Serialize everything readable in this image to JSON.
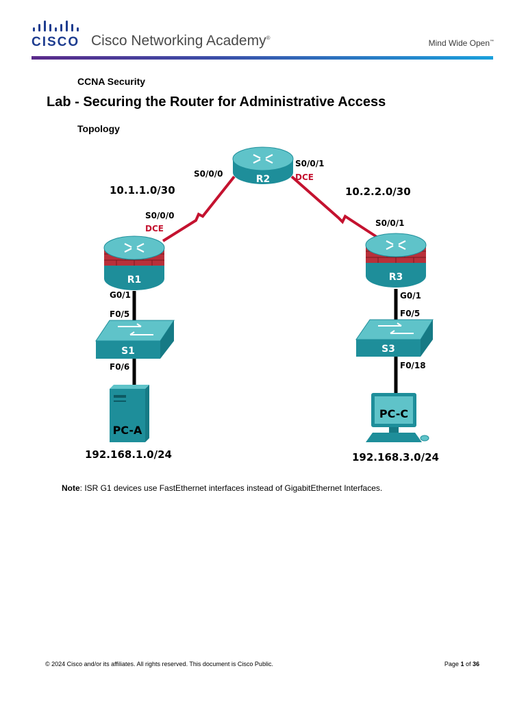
{
  "header": {
    "brand": "CISCO",
    "academy": "Cisco Networking Academy",
    "academy_mark": "®",
    "tagline": "Mind Wide Open",
    "tagline_mark": "™"
  },
  "course": "CCNA Security",
  "title": "Lab - Securing the Router for Administrative Access",
  "section": "Topology",
  "topology": {
    "devices": {
      "r1": "R1",
      "r2": "R2",
      "r3": "R3",
      "s1": "S1",
      "s3": "S3",
      "pca": "PC-A",
      "pcc": "PC-C"
    },
    "networks": {
      "left_wan": "10.1.1.0/30",
      "right_wan": "10.2.2.0/30",
      "left_lan": "192.168.1.0/24",
      "right_lan": "192.168.3.0/24"
    },
    "interfaces": {
      "r2_s000": "S0/0/0",
      "r2_s001": "S0/0/1",
      "r2_dce": "DCE",
      "r1_s000": "S0/0/0",
      "r1_dce": "DCE",
      "r3_s001": "S0/0/1",
      "r1_g01": "G0/1",
      "s1_f05": "F0/5",
      "s1_f06": "F0/6",
      "r3_g01": "G0/1",
      "s3_f05": "F0/5",
      "s3_f018": "F0/18"
    },
    "colors": {
      "device": "#1e8e9a",
      "device_top": "#5fc3c9",
      "firewall": "#b8303a",
      "serial_link": "#c4122f",
      "ethernet_link": "#000000"
    }
  },
  "note": {
    "label": "Note",
    "text": ": ISR G1 devices use FastEthernet interfaces instead of GigabitEthernet Interfaces."
  },
  "footer": {
    "copyright": "© 2024 Cisco and/or its affiliates. All rights reserved. This document is Cisco Public.",
    "page_prefix": "Page ",
    "page_current": "1",
    "page_sep": " of ",
    "page_total": "36"
  }
}
